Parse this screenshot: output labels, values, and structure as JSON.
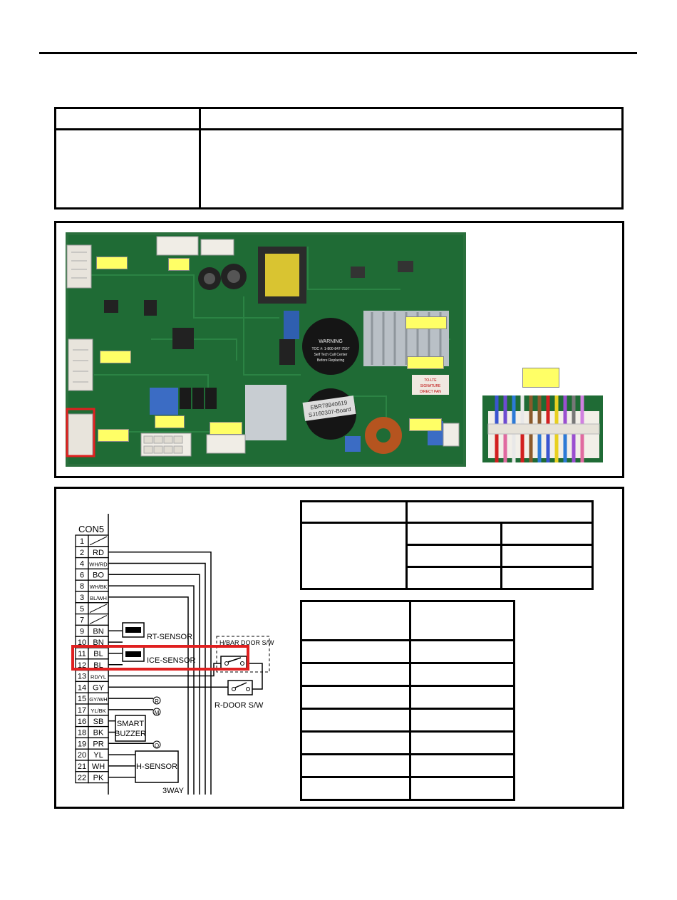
{
  "con_label": "CON5",
  "pins": [
    {
      "num": "1",
      "code": ""
    },
    {
      "num": "2",
      "code": "RD"
    },
    {
      "num": "4",
      "code": "WH/RD"
    },
    {
      "num": "6",
      "code": "BO"
    },
    {
      "num": "8",
      "code": "WH/BK"
    },
    {
      "num": "3",
      "code": "BL/WH"
    },
    {
      "num": "5",
      "code": ""
    },
    {
      "num": "7",
      "code": ""
    },
    {
      "num": "9",
      "code": "BN"
    },
    {
      "num": "10",
      "code": "BN"
    },
    {
      "num": "11",
      "code": "BL"
    },
    {
      "num": "12",
      "code": "BL"
    },
    {
      "num": "13",
      "code": "RD/YL"
    },
    {
      "num": "14",
      "code": "GY"
    },
    {
      "num": "15",
      "code": "GY/WH"
    },
    {
      "num": "17",
      "code": "YL/BK"
    },
    {
      "num": "16",
      "code": "SB"
    },
    {
      "num": "18",
      "code": "BK"
    },
    {
      "num": "19",
      "code": "PR"
    },
    {
      "num": "20",
      "code": "YL"
    },
    {
      "num": "21",
      "code": "WH"
    },
    {
      "num": "22",
      "code": "PK"
    }
  ],
  "labels": {
    "rt_sensor": "RT-SENSOR",
    "ice_sensor": "ICE-SENSOR",
    "hbar_door": "H/BAR DOOR S/W",
    "r_door": "R-DOOR S/W",
    "smart_buzzer_1": "SMART",
    "smart_buzzer_2": "BUZZER",
    "h_sensor": "H-SENSOR",
    "r_mark": "R",
    "m_mark": "M",
    "o_mark": "O",
    "three_way": "3WAY"
  },
  "pcb_print": {
    "warning_1": "WARNING",
    "warning_2": "TOC #: 1-800-847-7597",
    "warning_3": "Self Tech Call Center",
    "warning_4": "Before Replacing",
    "cap_1": "EBR78940619",
    "cap_2": "SJ160307-Board",
    "sticker_1": "TO-LTE",
    "sticker_2": "SIGNATURE",
    "sticker_3": "DIRECT PAN"
  },
  "colors": {
    "pcb_green": "#1f6b35",
    "highlight_red": "#e02020",
    "label_yellow": "#ffff66"
  }
}
